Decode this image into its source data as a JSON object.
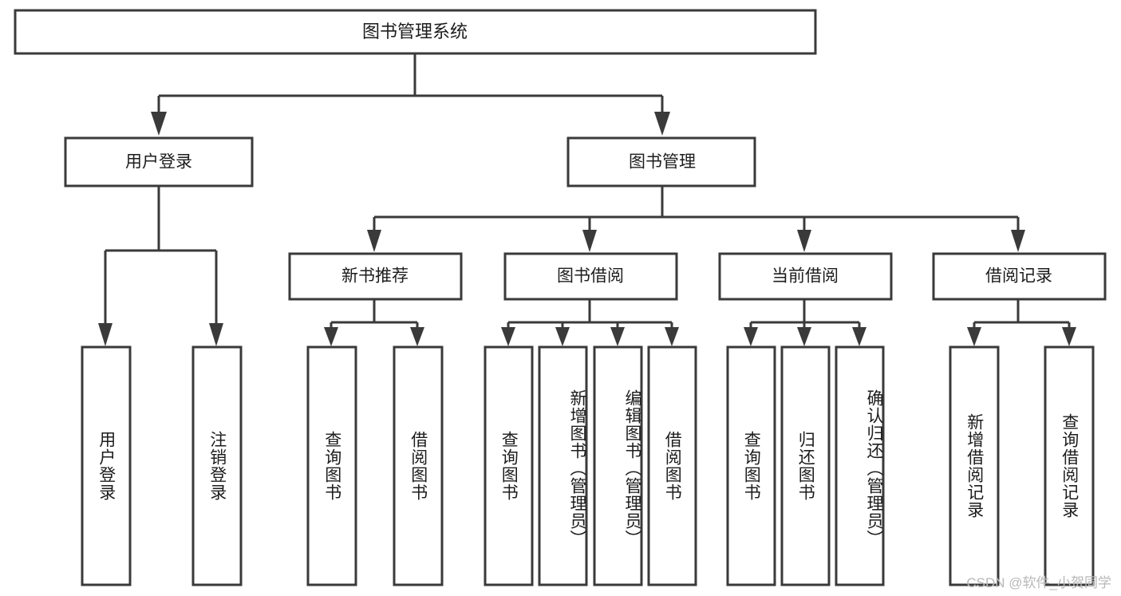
{
  "diagram": {
    "type": "tree",
    "title": "图书管理系统",
    "watermark": "CSDN @软件_小贺同学",
    "colors": {
      "box_stroke": "#3a3a3a",
      "box_fill": "#ffffff",
      "text": "#1c1c1c",
      "connector": "#3a3a3a",
      "background": "#ffffff",
      "watermark": "#b8b8b8"
    },
    "levels": {
      "root": {
        "label": "图书管理系统"
      },
      "level2": [
        {
          "label": "用户登录"
        },
        {
          "label": "图书管理"
        }
      ],
      "level3": [
        {
          "label": "新书推荐"
        },
        {
          "label": "图书借阅"
        },
        {
          "label": "当前借阅"
        },
        {
          "label": "借阅记录"
        }
      ],
      "leaves": {
        "user_login": [
          {
            "label": "用户登录"
          },
          {
            "label": "注销登录"
          }
        ],
        "new_book": [
          {
            "label": "查询图书"
          },
          {
            "label": "借阅图书"
          }
        ],
        "book_borrow": [
          {
            "label": "查询图书"
          },
          {
            "label": "新增图书（管理员）"
          },
          {
            "label": "编辑图书（管理员）"
          },
          {
            "label": "借阅图书"
          }
        ],
        "current_borrow": [
          {
            "label": "查询图书"
          },
          {
            "label": "归还图书"
          },
          {
            "label": "确认归还（管理员）"
          }
        ],
        "borrow_record": [
          {
            "label": "新增借阅记录"
          },
          {
            "label": "查询借阅记录"
          }
        ]
      }
    }
  }
}
